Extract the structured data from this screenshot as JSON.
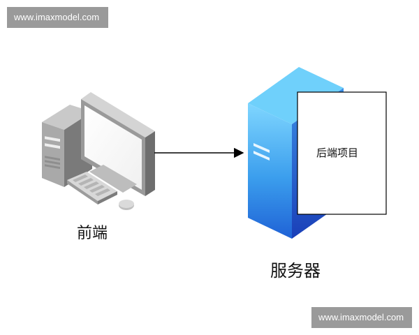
{
  "watermark": {
    "text": "www.imaxmodel.com"
  },
  "nodes": {
    "frontend": {
      "label": "前端",
      "icon": "desktop-computer-icon"
    },
    "server": {
      "label": "服务器",
      "icon": "server-tower-icon"
    },
    "backend": {
      "label": "后端项目"
    }
  },
  "edges": [
    {
      "from": "frontend",
      "to": "server"
    }
  ],
  "colors": {
    "server_light": "#5fc6f6",
    "server_mid": "#2f8ce6",
    "server_dark": "#1d4fc7",
    "computer_gray": "#a8a8a8",
    "computer_dark": "#6f6f6f",
    "watermark_bg": "#9a9a9a"
  }
}
